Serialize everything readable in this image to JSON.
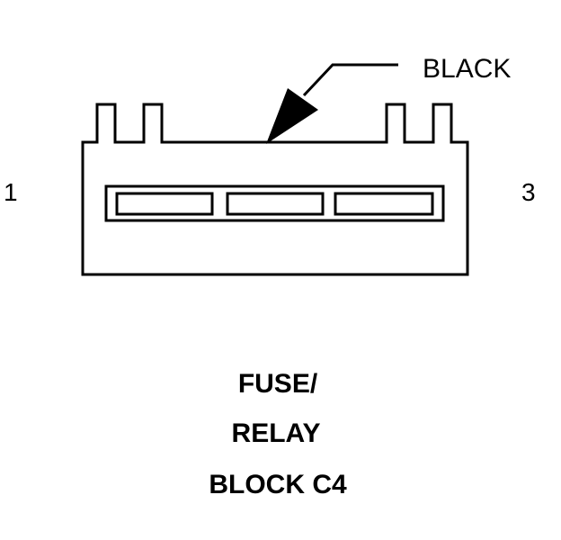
{
  "connector": {
    "wire_color_label": "BLACK",
    "pin_left": "1",
    "pin_right": "3",
    "cavity_count": 3
  },
  "caption": {
    "line1": "FUSE/",
    "line2": "RELAY",
    "line3": "BLOCK C4"
  },
  "colors": {
    "ink": "#000000",
    "background": "#ffffff"
  }
}
